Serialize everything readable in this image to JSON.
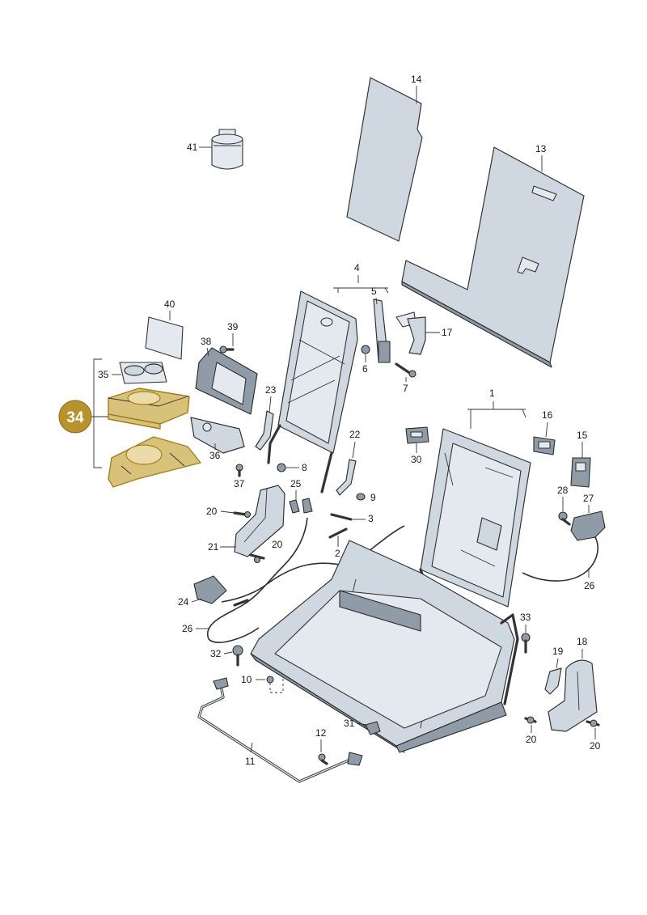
{
  "colors": {
    "highlight_badge": "#b8922c",
    "highlight_fill": "#d8c27a",
    "part_fill": "#cfd8e0",
    "line": "#333333"
  },
  "highlighted_part": "34",
  "callouts": {
    "c1": "1",
    "c2": "2",
    "c3": "3",
    "c4": "4",
    "c5": "5",
    "c6": "6",
    "c7": "7",
    "c8": "8",
    "c9": "9",
    "c10": "10",
    "c11": "11",
    "c12": "12",
    "c13": "13",
    "c14": "14",
    "c15": "15",
    "c16": "16",
    "c17": "17",
    "c18": "18",
    "c19": "19",
    "c20a": "20",
    "c20b": "20",
    "c20c": "20",
    "c20d": "20",
    "c21": "21",
    "c22": "22",
    "c23": "23",
    "c24": "24",
    "c25": "25",
    "c26a": "26",
    "c26b": "26",
    "c27": "27",
    "c28": "28",
    "c30": "30",
    "c31": "31",
    "c32": "32",
    "c33": "33",
    "c35": "35",
    "c36": "36",
    "c37": "37",
    "c38": "38",
    "c39": "39",
    "c40": "40",
    "c41": "41"
  }
}
